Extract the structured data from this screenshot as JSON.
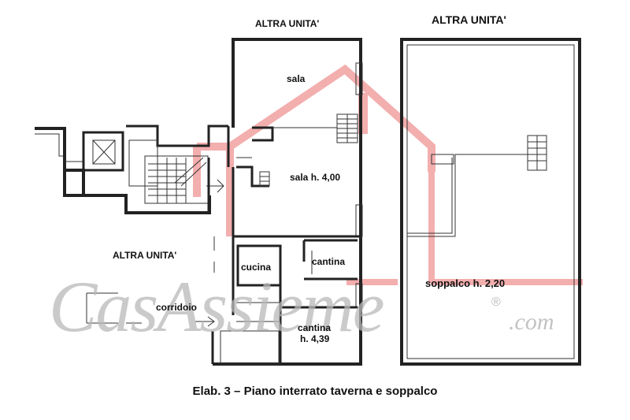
{
  "labels": {
    "altra_unita_top": "ALTRA UNITA'",
    "altra_unita_right": "ALTRA UNITA'",
    "altra_unita_left": "ALTRA UNITA'",
    "sala": "sala",
    "sala_h": "sala h. 4,00",
    "cucina": "cucina",
    "cantina": "cantina",
    "corridoio": "corridoio",
    "cantina_h_1": "cantina",
    "cantina_h_2": "h. 4,39",
    "soppalco": "soppalco h. 2,20"
  },
  "watermark": {
    "text": "CasAssieme",
    "suffix": ".com",
    "registered": "®"
  },
  "caption": "Elab. 3 – Piano interrato taverna e soppalco",
  "colors": {
    "watermark_red": "#f2a0a0",
    "watermark_gray": "#b9b9b9",
    "wall": "#222222"
  }
}
